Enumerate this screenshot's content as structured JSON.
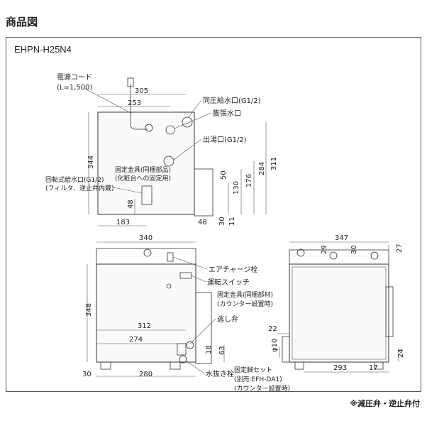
{
  "page_title": "商品図",
  "model": "EHPN-H25N4",
  "footnote": "※減圧弁・逆止弁付",
  "top_view": {
    "power_cord": "電源コード",
    "power_cord_len": "(L=1,500)",
    "same_pressure_inlet": "同圧給水口(G1/2)",
    "expansion_port": "膨張水口",
    "hot_outlet": "出湯口(G1/2)",
    "fixture_label_1": "固定金具(同梱部品)",
    "fixture_label_2": "(化粧台への固定用)",
    "rotary_inlet_1": "回転式給水口(G1/2)",
    "rotary_inlet_2": "(フィルタ、逆止弁内蔵)",
    "dims": [
      "305",
      "253",
      "344",
      "311",
      "284",
      "176",
      "130",
      "50",
      "48",
      "183",
      "48",
      "30",
      "11"
    ]
  },
  "front_view": {
    "air_charge": "エアチャージ栓",
    "switch": "運転スイッチ",
    "fixture_1": "固定金具(同梱部材)",
    "fixture_2": "(カウンター設置時)",
    "relief_valve": "逃し弁",
    "drain": "水抜き栓",
    "leg_set_1": "固定脚セット",
    "leg_set_2": "(別売:EFH-DA1)",
    "leg_set_3": "(カウンター設置時)",
    "dims": [
      "340",
      "348",
      "312",
      "274",
      "30",
      "280",
      "18",
      "63"
    ]
  },
  "side_view": {
    "dims": [
      "347",
      "29",
      "30",
      "27",
      "22",
      "φ10",
      "293",
      "17",
      "24"
    ]
  }
}
